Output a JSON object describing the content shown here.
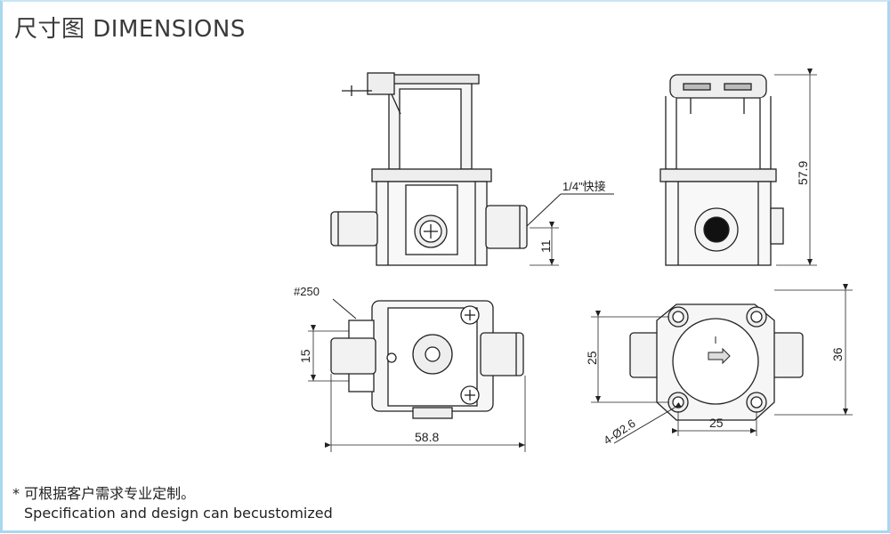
{
  "header": {
    "title": "尺寸图 DIMENSIONS"
  },
  "dimensions": {
    "height": "57.9",
    "port_offset": "11",
    "fitting": "1/4\"快接",
    "wire": "#250",
    "port_spacing": "15",
    "length": "58.8",
    "base_depth": "25",
    "base_height": "36",
    "hole_spacing": "25",
    "holes": "4-Ø2.6"
  },
  "notes": {
    "cn": "* 可根据客户需求专业定制。",
    "en": "Specification and design can becustomized"
  }
}
